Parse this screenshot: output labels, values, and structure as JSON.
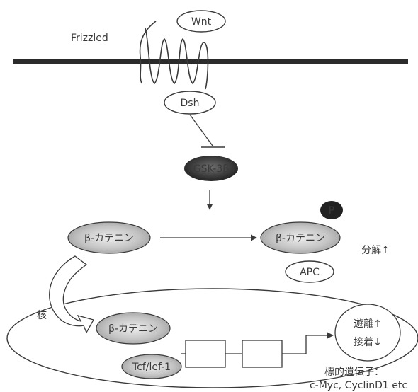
{
  "labels": {
    "wnt": "Wnt",
    "frizzled": "Frizzled",
    "dsh": "Dsh",
    "gsk3": "GSK-3β",
    "beta_catenin_cytoplasm": "β-カテニン",
    "beta_catenin_phospho": "β-カテニン",
    "phospho": "P",
    "apc": "APC",
    "degradation": "分解↑",
    "nucleus": "核",
    "beta_catenin_nucleus": "β-カテニン",
    "tcf_lef": "Tcf/lef-1",
    "release": "遊離↑",
    "adhesion": "接着↓",
    "target_genes_title": "標的遺伝子：",
    "target_genes_list": "c-Myc, CyclinD1 etc"
  },
  "colors": {
    "line": "#3a3a3a",
    "membrane": "#2b2b2b",
    "dark_fill": "#333333",
    "mottled_fill": "#c9c9c9"
  }
}
